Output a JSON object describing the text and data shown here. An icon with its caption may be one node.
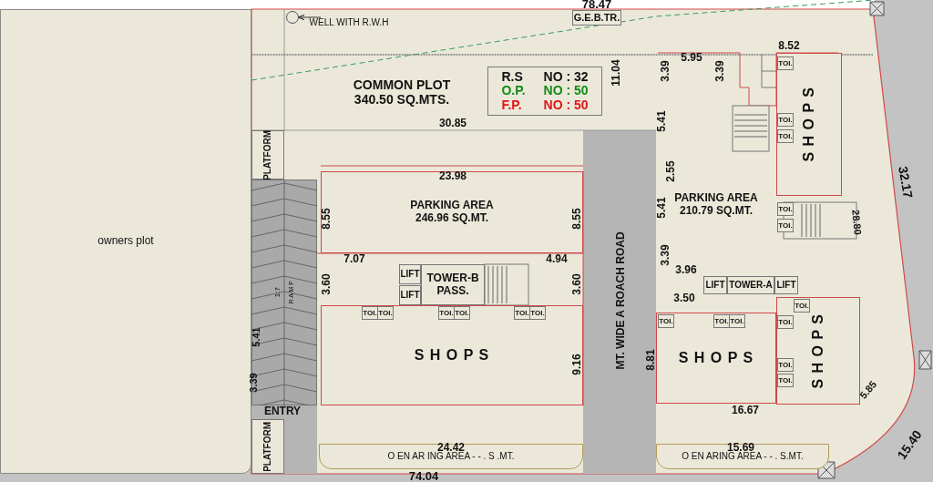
{
  "diagram": {
    "nodes": [
      {
        "text": [
          "owners plot"
        ]
      },
      {
        "text": [
          "COMMON PLOT",
          "340.50 SQ.MTS."
        ]
      },
      {
        "text": [],
        "shape": "circle"
      },
      {
        "text": [
          "WELL WITH R.W.H"
        ]
      },
      {
        "text": [
          "G.E.B.TR."
        ]
      },
      {
        "text": [
          "R.S",
          "NO : 32",
          "O.P.",
          "NO : 50",
          "F.P.",
          "NO : 50"
        ],
        "in": 1
      },
      {
        "text": [
          "PLATFORM"
        ]
      },
      {
        "text": [
          "R A M P",
          "1:7"
        ]
      },
      {
        "text": [
          "PLATFORM"
        ]
      },
      {
        "text": [
          "PARKING AREA",
          "246.96 SQ.MT."
        ]
      },
      {
        "text": [
          "LIFT"
        ]
      },
      {
        "text": [
          "LIFT"
        ]
      },
      {
        "text": [
          "TOWER-B",
          "PASS."
        ]
      },
      {
        "text": [
          "S H O P S"
        ]
      },
      {
        "text": [
          "TOI."
        ],
        "in": 13
      },
      {
        "text": [
          "TOI."
        ],
        "in": 13
      },
      {
        "text": [
          "TOI."
        ],
        "in": 13
      },
      {
        "text": [
          "TOI."
        ],
        "in": 13
      },
      {
        "text": [
          "TOI."
        ],
        "in": 13
      },
      {
        "text": [
          "TOI."
        ],
        "in": 13
      },
      {
        "text": [
          "PARKING AREA",
          "210.79 SQ.MT."
        ]
      },
      {
        "text": [
          "LIFT"
        ]
      },
      {
        "text": [
          "TOWER-A"
        ]
      },
      {
        "text": [
          "LIFT"
        ]
      },
      {
        "text": [
          "S H O P S"
        ]
      },
      {
        "text": [
          "TOI."
        ],
        "in": 24
      },
      {
        "text": [
          "TOI."
        ],
        "in": 24
      },
      {
        "text": [
          "TOI."
        ],
        "in": 24
      },
      {
        "text": [
          "S H O P S"
        ]
      },
      {
        "text": [
          "TOI."
        ],
        "in": 28
      },
      {
        "text": [
          "TOI."
        ],
        "in": 28
      },
      {
        "text": [
          "TOI."
        ],
        "in": 28
      },
      {
        "text": [
          "TOI."
        ]
      },
      {
        "text": [
          "TOI."
        ]
      },
      {
        "text": [
          "S H O P S"
        ]
      },
      {
        "text": [
          "TOI."
        ],
        "in": 34
      },
      {
        "text": [
          "TOI."
        ],
        "in": 34
      },
      {
        "text": [
          "TOI."
        ],
        "in": 34
      },
      {
        "text": [
          "TOI."
        ],
        "in": 34
      },
      {
        "text": [
          "O EN AR ING AREA - - . S .MT."
        ]
      },
      {
        "text": [
          "O EN ARING AREA - - . S.MT."
        ]
      }
    ],
    "edges": [
      {
        "from": 3,
        "to": 2,
        "arrow": "to"
      }
    ],
    "labels": [
      "78.47",
      "30.85",
      "11.04",
      "23.98",
      "8.55",
      "8.55",
      "7.07",
      "4.94",
      "3.60",
      "3.60",
      "5.41",
      "3.39",
      "ENTRY",
      "9.16",
      "24.42",
      "74.04",
      "MT. WIDE A ROACH ROAD",
      "8.81",
      "16.67",
      "15.69",
      "5.95",
      "3.39",
      "3.39",
      "8.52",
      "5.41",
      "2.55",
      "5.41",
      "3.39",
      "3.96",
      "3.50",
      "32.17",
      "28.80",
      "5.85",
      "15.40"
    ]
  }
}
